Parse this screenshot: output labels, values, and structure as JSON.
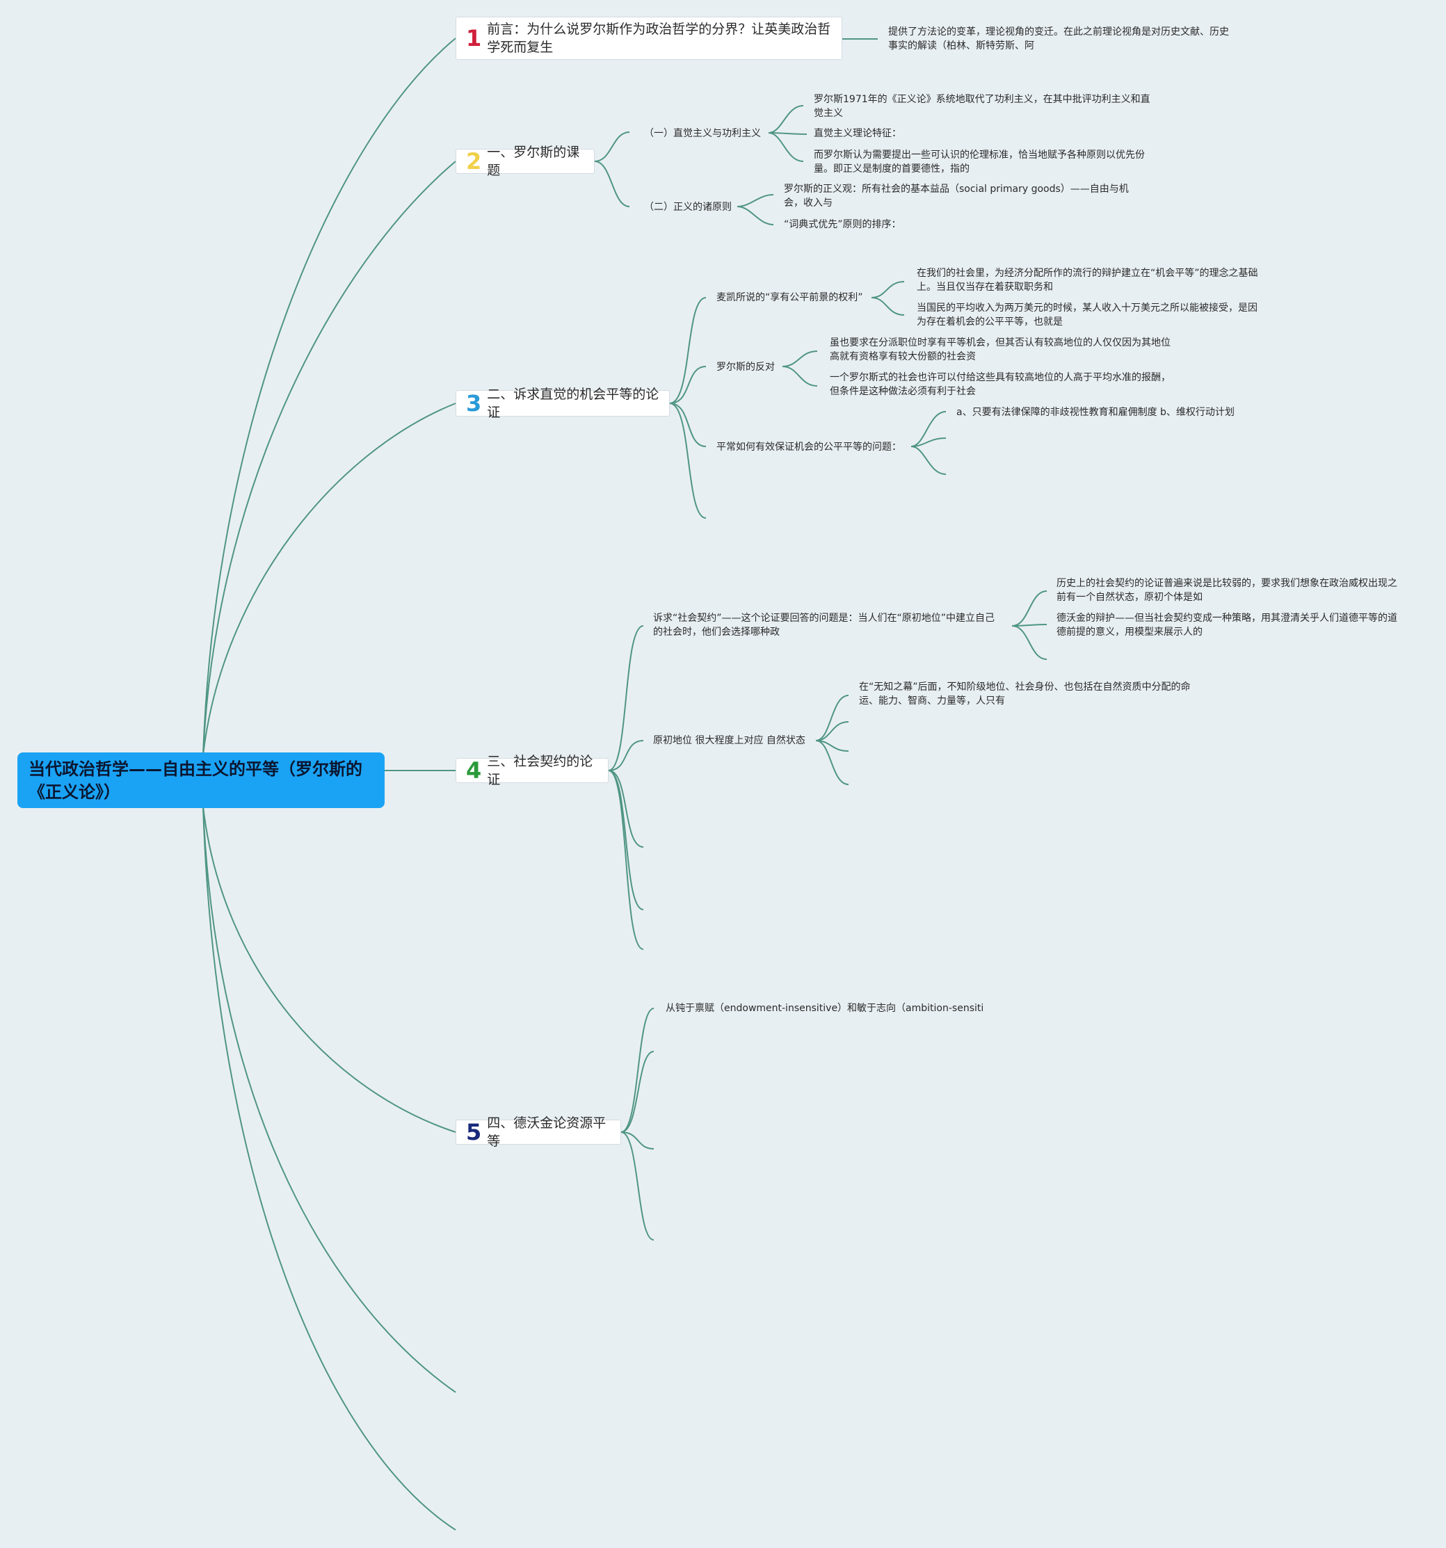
{
  "root": "当代政治哲学——自由主义的平等（罗尔斯的《正义论》）",
  "branches": [
    {
      "num": "1",
      "color": "#d0203a",
      "label": "前言：为什么说罗尔斯作为政治哲学的分界？让英美政治哲学死而复生"
    },
    {
      "num": "2",
      "color": "#f0d04a",
      "label": "一、罗尔斯的课题"
    },
    {
      "num": "3",
      "color": "#2a9ad8",
      "label": "二、诉求直觉的机会平等的论证"
    },
    {
      "num": "4",
      "color": "#2a9a3a",
      "label": "三、社会契约的论证"
    },
    {
      "num": "5",
      "color": "#1a2a7a",
      "label": "四、德沃金论资源平等"
    }
  ],
  "preface_leaf": "提供了方法论的变革，理论视角的变迁。在此之前理论视角是对历史文献、历史事实的解读（柏林、斯特劳斯、阿",
  "b2": {
    "sub1": "（一）直觉主义与功利主义",
    "sub1_leaves": [
      "罗尔斯1971年的《正义论》系统地取代了功利主义，在其中批评功利主义和直觉主义",
      "直觉主义理论特征：",
      "而罗尔斯认为需要提出一些可认识的伦理标准，恰当地赋予各种原则以优先份量。即正义是制度的首要德性，指的"
    ],
    "sub2": "（二）正义的诸原则",
    "sub2_leaves": [
      "罗尔斯的正义观：所有社会的基本益品（social primary goods）——自由与机会，收入与",
      "“词典式优先”原则的排序："
    ]
  },
  "b3": {
    "sub1": "麦凯所说的“享有公平前景的权利”",
    "sub1_leaves": [
      "在我们的社会里，为经济分配所作的流行的辩护建立在“机会平等”的理念之基础上。当且仅当存在着获取职务和",
      "当国民的平均收入为两万美元的时候，某人收入十万美元之所以能被接受，是因为存在着机会的公平平等，也就是"
    ],
    "sub2": "罗尔斯的反对",
    "sub2_leaves": [
      "虽也要求在分派职位时享有平等机会，但其否认有较高地位的人仅仅因为其地位高就有资格享有较大份额的社会资",
      "一个罗尔斯式的社会也许可以付给这些具有较高地位的人高于平均水准的报酬，但条件是这种做法必须有利于社会"
    ],
    "sub3": "平常如何有效保证机会的公平平等的问题：",
    "sub3_leaves": [
      "a、只要有法律保障的非歧视性教育和雇佣制度 b、维权行动计划"
    ]
  },
  "b4": {
    "sub1": "诉求“社会契约”——这个论证要回答的问题是：当人们在“原初地位”中建立自己的社会时，他们会选择哪种政",
    "sub1_leaves": [
      "历史上的社会契约的论证普遍来说是比较弱的，要求我们想象在政治威权出现之前有一个自然状态，原初个体是如",
      "德沃金的辩护——但当社会契约变成一种策略，用其澄清关乎人们道德平等的道德前提的意义，用模型来展示人的"
    ],
    "sub2": "原初地位 很大程度上对应 自然状态",
    "sub2_leaves": [
      "在“无知之幕”后面，不知阶级地位、社会身份、也包括在自然资质中分配的命运、能力、智商、力量等，人只有"
    ]
  },
  "b5": {
    "sub1": "从钝于禀赋（endowment-insensitive）和敏于志向（ambition-sensiti"
  },
  "colors": {
    "line": "#4f9584",
    "root_bg": "#1aa3f5",
    "background": "#e8eff3"
  }
}
